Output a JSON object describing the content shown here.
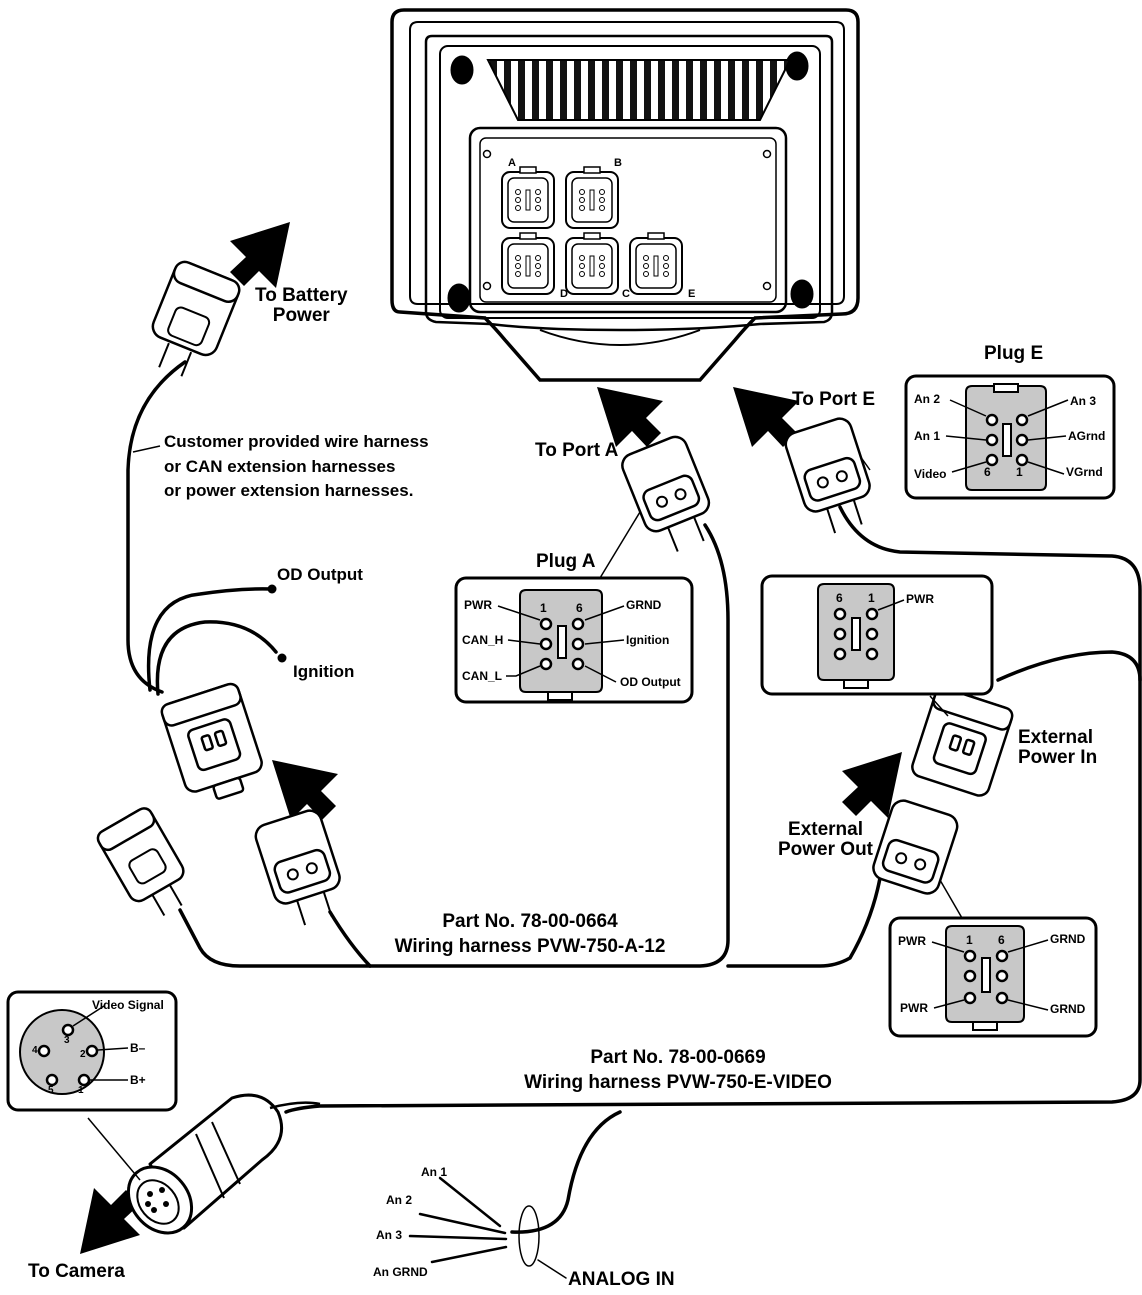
{
  "labels": {
    "to_battery": "To Battery\nPower",
    "customer_harness": "Customer provided wire harness\nor CAN extension harnesses\nor power extension harnesses.",
    "od_output": "OD Output",
    "ignition": "Ignition",
    "to_port_a": "To Port A",
    "to_port_e": "To Port E",
    "plug_a_title": "Plug A",
    "plug_e_title": "Plug E",
    "external_power_in": "External\nPower In",
    "external_power_out": "External\nPower Out",
    "part_a": "Part No. 78-00-0664\nWiring harness PVW-750-A-12",
    "part_e": "Part No. 78-00-0669\nWiring harness PVW-750-E-VIDEO",
    "to_camera": "To Camera",
    "analog_in": "ANALOG IN",
    "an1": "An 1",
    "an2": "An 2",
    "an3": "An 3",
    "an_grnd": "An GRND"
  },
  "ports": [
    "A",
    "B",
    "C",
    "D",
    "E"
  ],
  "plug_a": {
    "pins_top": [
      "1",
      "6"
    ],
    "left": [
      "PWR",
      "CAN_H",
      "CAN_L"
    ],
    "right": [
      "GRND",
      "Ignition",
      "OD Output"
    ]
  },
  "plug_e": {
    "pins_bottom": [
      "6",
      "1"
    ],
    "left": [
      "An 2",
      "An 1",
      "Video"
    ],
    "right": [
      "An 3",
      "AGrnd",
      "VGrnd"
    ]
  },
  "ext_in_plug": {
    "pins_top": [
      "6",
      "1"
    ],
    "right": [
      "PWR"
    ]
  },
  "ext_out_plug": {
    "pins_top": [
      "1",
      "6"
    ],
    "left": [
      "PWR",
      "PWR"
    ],
    "right": [
      "GRND",
      "GRND"
    ]
  },
  "camera_plug": {
    "signals": [
      "Video Signal",
      "B–",
      "B+"
    ],
    "pins": [
      "3",
      "4",
      "2",
      "5",
      "1"
    ]
  }
}
